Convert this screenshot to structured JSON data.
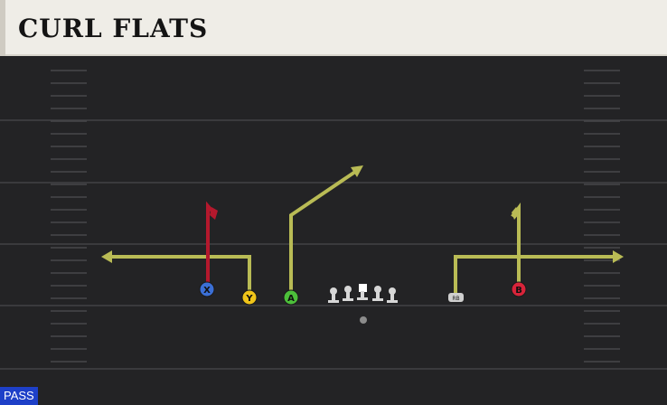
{
  "play": {
    "name": "CURL FLATS",
    "type_label": "PASS"
  },
  "players": {
    "x": {
      "label": "X",
      "color": "#3b6fd6",
      "button": "X"
    },
    "y": {
      "label": "Y",
      "color": "#f0c419",
      "button": "Y"
    },
    "a": {
      "label": "A",
      "color": "#4cbf3a",
      "button": "A"
    },
    "b": {
      "label": "B",
      "color": "#d8243a",
      "button": "B"
    },
    "rb": {
      "label": "RB",
      "color": "#cfcfcf"
    }
  },
  "colors": {
    "route_primary": "#b9bb55",
    "route_highlight": "#b4182d",
    "field": "#232325",
    "yard_line": "#3a3a3d",
    "hash": "#4a4a4d",
    "lineman": "#d7d7d7"
  }
}
